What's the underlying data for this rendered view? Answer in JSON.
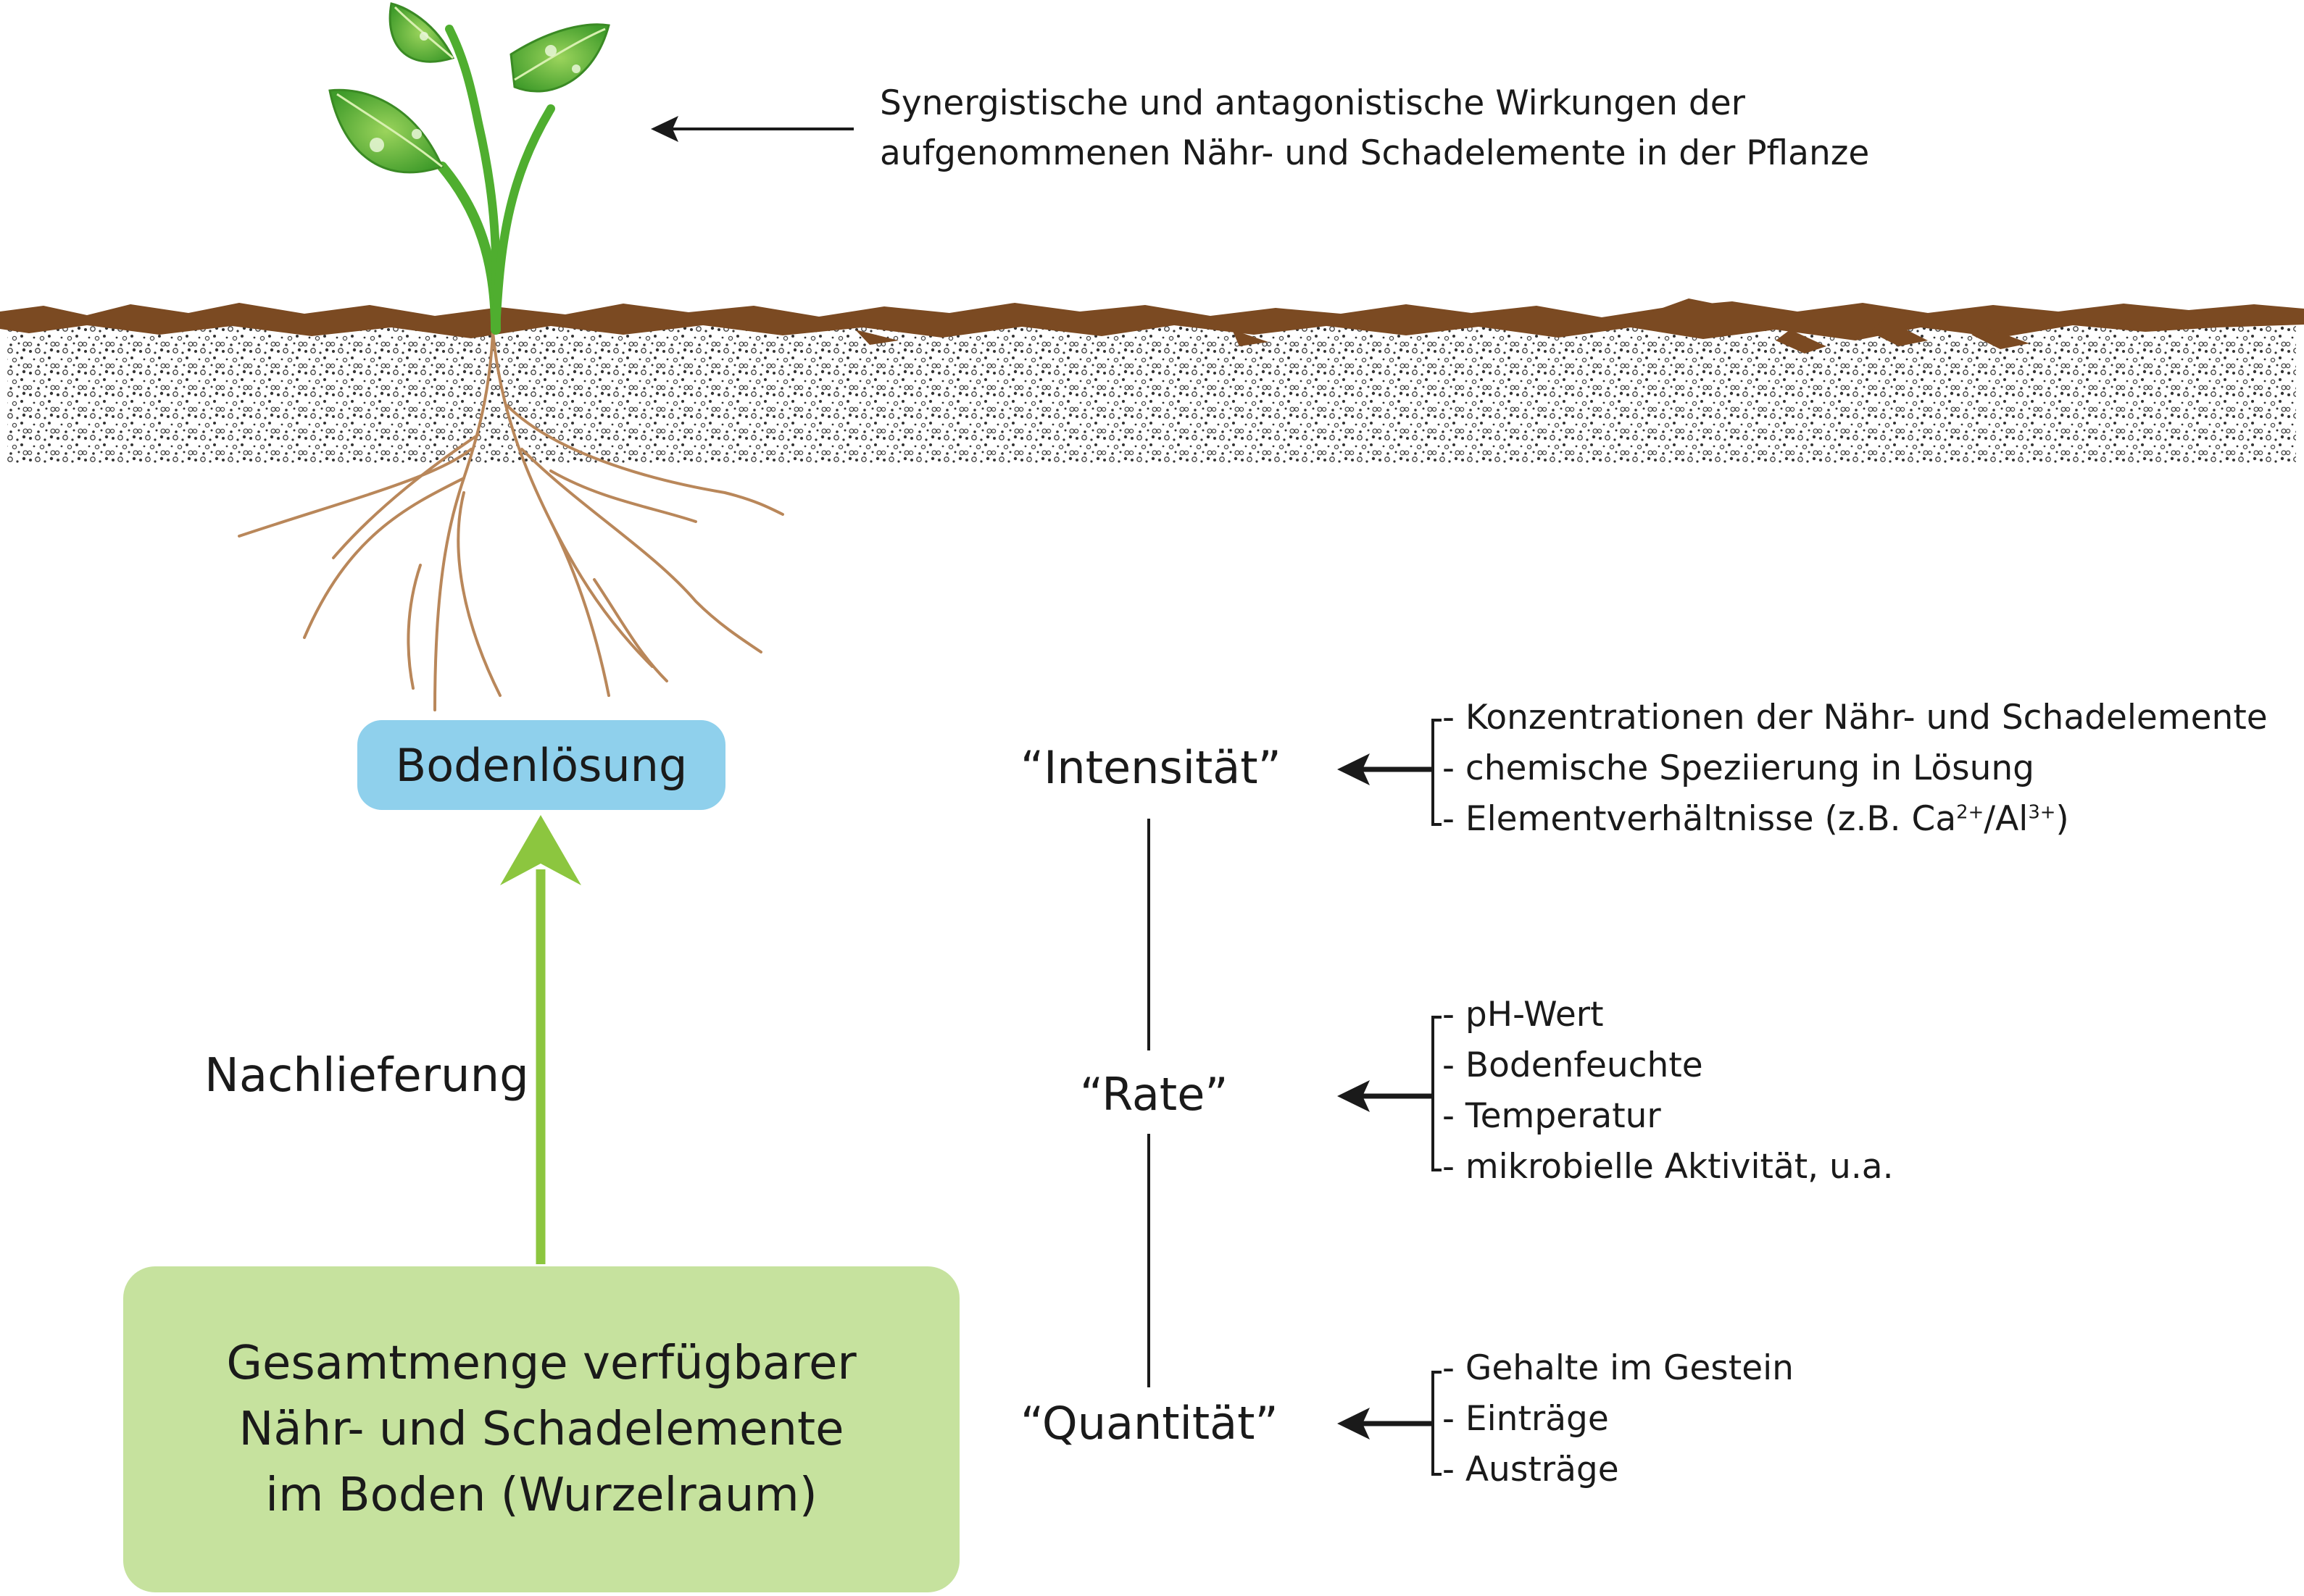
{
  "plant_annotation": {
    "line1": "Synergistische und antagonistische Wirkungen der",
    "line2": "aufgenommenen Nähr- und Schadelemente in der Pflanze"
  },
  "boxes": {
    "solution": "Bodenlösung",
    "total_line1": "Gesamtmenge verfügbarer",
    "total_line2": "Nähr- und Schadelemente",
    "total_line3": "im Boden (Wurzelraum)"
  },
  "flow_label": "Nachlieferung",
  "factors": [
    {
      "label": "“Intensität”",
      "items": [
        "- Konzentrationen der Nähr- und Schadelemente",
        "- chemische Speziierung in Lösung"
      ],
      "ratio_item": {
        "prefix": "- Elementverhältnisse (z.B. Ca",
        "sup1": "2+",
        "mid": "/Al",
        "sup2": "3+",
        "suffix": ")"
      }
    },
    {
      "label": "“Rate”",
      "items": [
        "- pH-Wert",
        "- Bodenfeuchte",
        "- Temperatur",
        "- mikrobielle Aktivität, u.a."
      ]
    },
    {
      "label": "“Quantität”",
      "items": [
        "- Gehalte im Gestein",
        "- Einträge",
        "- Austräge"
      ]
    }
  ],
  "colors": {
    "soil_brown": "#7b4a22",
    "leaf_green": "#63b33a",
    "stem_green": "#4fae2f",
    "root": "#b9875a",
    "box_blue": "#8fd0ec",
    "box_green": "#c6e29e",
    "arrow_green": "#8cc63f"
  }
}
